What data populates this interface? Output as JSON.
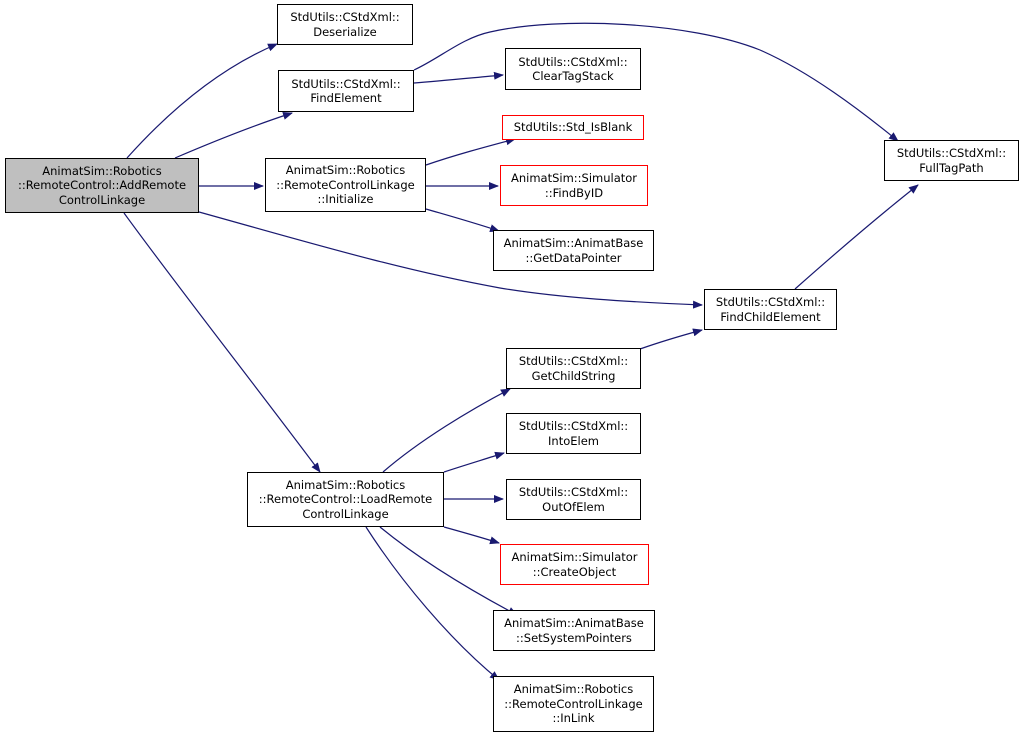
{
  "colors": {
    "edge": "#191970",
    "box_border": "#000000",
    "box_border_undocumented": "#ff0000",
    "root_fill": "#bfbfbf"
  },
  "nodes": {
    "root": {
      "lines": [
        "AnimatSim::Robotics",
        "::RemoteControl::AddRemote",
        "ControlLinkage"
      ]
    },
    "deserialize": {
      "lines": [
        "StdUtils::CStdXml::",
        "Deserialize"
      ]
    },
    "find_element": {
      "lines": [
        "StdUtils::CStdXml::",
        "FindElement"
      ]
    },
    "clear_tag_stack": {
      "lines": [
        "StdUtils::CStdXml::",
        "ClearTagStack"
      ]
    },
    "full_tag_path": {
      "lines": [
        "StdUtils::CStdXml::",
        "FullTagPath"
      ]
    },
    "std_is_blank": {
      "lines": [
        "StdUtils::Std_IsBlank"
      ]
    },
    "initialize": {
      "lines": [
        "AnimatSim::Robotics",
        "::RemoteControlLinkage",
        "::Initialize"
      ]
    },
    "find_by_id": {
      "lines": [
        "AnimatSim::Simulator",
        "::FindByID"
      ]
    },
    "get_data_pointer": {
      "lines": [
        "AnimatSim::AnimatBase",
        "::GetDataPointer"
      ]
    },
    "find_child_element": {
      "lines": [
        "StdUtils::CStdXml::",
        "FindChildElement"
      ]
    },
    "get_child_string": {
      "lines": [
        "StdUtils::CStdXml::",
        "GetChildString"
      ]
    },
    "into_elem": {
      "lines": [
        "StdUtils::CStdXml::",
        "IntoElem"
      ]
    },
    "load_remote_control_linkage": {
      "lines": [
        "AnimatSim::Robotics",
        "::RemoteControl::LoadRemote",
        "ControlLinkage"
      ]
    },
    "out_of_elem": {
      "lines": [
        "StdUtils::CStdXml::",
        "OutOfElem"
      ]
    },
    "create_object": {
      "lines": [
        "AnimatSim::Simulator",
        "::CreateObject"
      ]
    },
    "set_system_pointers": {
      "lines": [
        "AnimatSim::AnimatBase",
        "::SetSystemPointers"
      ]
    },
    "in_link": {
      "lines": [
        "AnimatSim::Robotics",
        "::RemoteControlLinkage",
        "::InLink"
      ]
    }
  }
}
